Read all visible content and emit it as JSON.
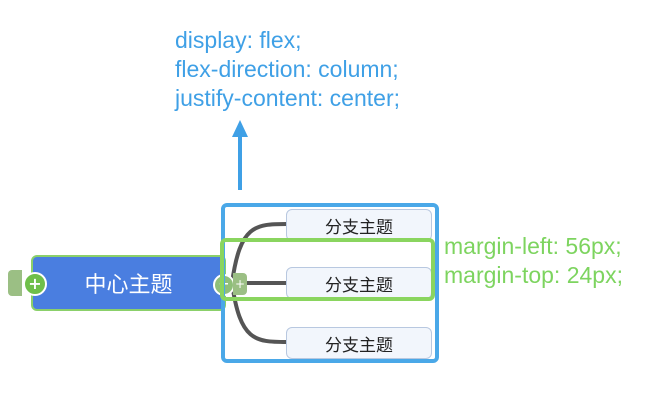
{
  "annotation_container": {
    "lines": [
      "display: flex;",
      "flex-direction: column;",
      "justify-content: center;"
    ]
  },
  "annotation_item": {
    "lines": [
      "margin-left: 56px;",
      "margin-top: 24px;"
    ]
  },
  "center_topic": {
    "label": "中心主题",
    "collapse_symbol": "+",
    "expand_symbol": "+"
  },
  "branches": [
    {
      "label": "分支主题"
    },
    {
      "label": "分支主题"
    },
    {
      "label": "分支主题"
    }
  ],
  "colors": {
    "accent_blue": "#3fa0e6",
    "accent_green": "#7dd45f",
    "center_fill": "#4a7ee0",
    "connector": "#555555"
  },
  "icons": [
    "up-arrow-icon",
    "plus-icon"
  ]
}
